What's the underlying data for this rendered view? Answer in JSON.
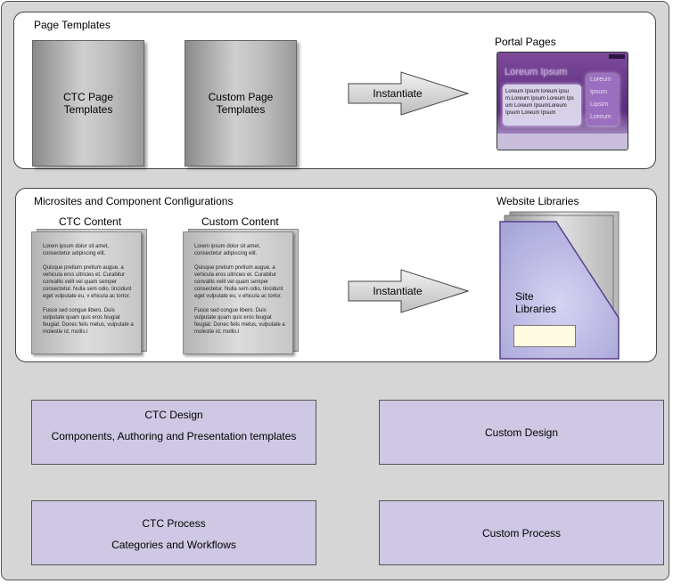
{
  "page_templates": {
    "title": "Page Templates",
    "ctc_template": [
      "CTC Page",
      "Templates"
    ],
    "custom_template": [
      "Custom Page",
      "Templates"
    ],
    "arrow_label": "Instantiate",
    "portal_title": "Portal Pages",
    "portal_mock": {
      "heading": "Loreum Ipsum",
      "body": [
        "Loreum Ipsum loreum ipsu",
        "m.Loreum Ipsum Loreum Ips",
        "um Loreum IpsumLoreum",
        "Ipsum Loreum Ipsum"
      ],
      "side": [
        "Loreum",
        "Ipsum",
        "Lipsim",
        "Loreum"
      ]
    }
  },
  "microsites": {
    "title": "Microsites and Component Configurations",
    "ctc_content_label": "CTC Content",
    "custom_content_label": "Custom Content",
    "doc_text": [
      "Lorem ipsum dolor sit amet, consectetur adipiscing elit.",
      "Quisque pretium pretium augue, a vehicula eros ultricies et. Curabitur convallis velit vel quam semper consectetur. Nulla sem odio, tincidunt eget vulputate eu, v ehicula ac tortor.",
      "Fusce sed congue libero. Duis vulputate quam quis eros feugiat feugiat. Donec felis metus, vulputate a molestie id, mollis.l"
    ],
    "arrow_label": "Instantiate",
    "library_title": "Website Libraries",
    "library_label": [
      "Site",
      "Libraries"
    ]
  },
  "boxes": {
    "ctc_design_title": "CTC Design",
    "ctc_design_sub": "Components, Authoring and Presentation templates",
    "custom_design": "Custom Design",
    "ctc_process_title": "CTC Process",
    "ctc_process_sub": "Categories and Workflows",
    "custom_process": "Custom Process"
  },
  "colors": {
    "box_fill": "#cfc8e4",
    "library_fill": "#c8c6ec",
    "portal_purple": "#5c2d7e"
  }
}
